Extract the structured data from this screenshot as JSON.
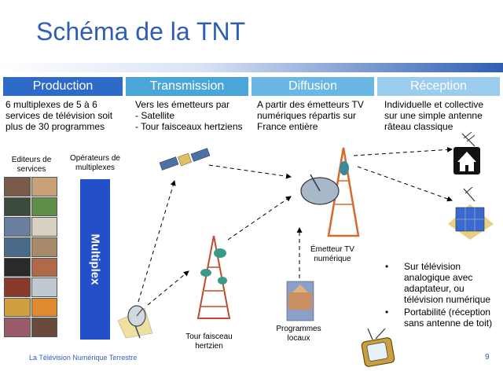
{
  "title": "Schéma de la TNT",
  "columns": [
    {
      "header": "Production",
      "description": "6 multiplexes de 5 à 6 services de télévision soit plus de 30 programmes"
    },
    {
      "header": "Transmission",
      "lines": [
        "Vers les émetteurs par",
        "- Satellite",
        "- Tour faisceaux hertziens"
      ]
    },
    {
      "header": "Diffusion",
      "lines": [
        "A partir des émetteurs TV",
        "numériques répartis sur",
        "France entière"
      ]
    },
    {
      "header": "Réception",
      "lines": [
        "Individuelle et collective",
        "sur une simple antenne",
        "râteau classique"
      ]
    }
  ],
  "labels": {
    "editeurs": [
      "Editeurs de",
      "services"
    ],
    "operateurs": [
      "Opérateurs de",
      "multiplexes"
    ],
    "multiplex": "Multiplex",
    "emetteur": [
      "Émetteur TV",
      "numérique"
    ],
    "tour": [
      "Tour faisceau",
      "hertzien"
    ],
    "programmes": [
      "Programmes",
      "locaux"
    ]
  },
  "bullets": [
    "Sur télévision analogique avec adaptateur, ou télévision numérique",
    "Portabilité (réception sans antenne de toit)"
  ],
  "footer": "La Télévision Numérique Terrestre",
  "page_number": "9",
  "colors": {
    "title": "#2f5fb3",
    "production": "#2e6bc6",
    "transmission": "#4aa6d8",
    "diffusion": "#6ab7e3",
    "reception": "#9ccdef",
    "multiplex": "#2350c8"
  },
  "icons": [
    "satellite-icon",
    "broadcast-tower-icon",
    "relay-tower-icon",
    "dish-antenna-icon",
    "house-icon",
    "building-icon",
    "tv-icon"
  ]
}
